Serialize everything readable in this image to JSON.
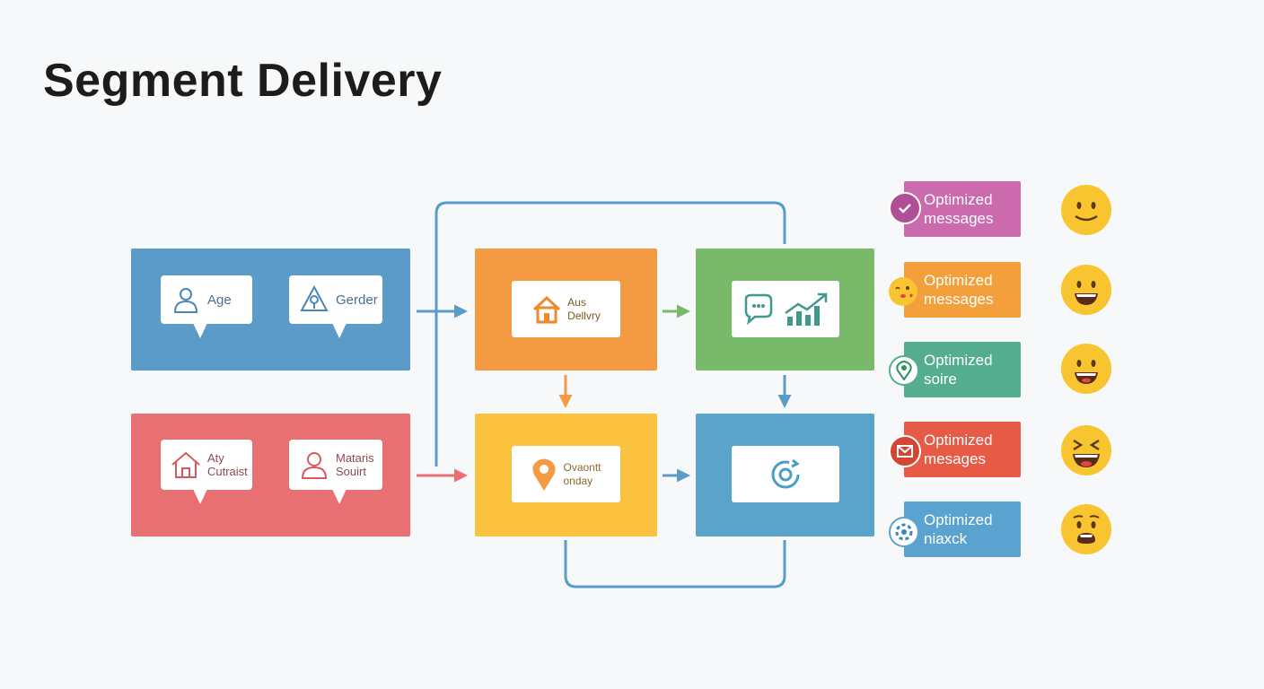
{
  "title": "Segment Delivery",
  "colors": {
    "blue": "#5b9bc8",
    "red": "#e97072",
    "orange": "#f39a42",
    "green": "#78b96a",
    "yellow": "#fbc23f",
    "teal_blue": "#5aa4cc",
    "connector": "#5b9bc8"
  },
  "segments": {
    "top": {
      "left_label": "Age",
      "left_icon": "person-icon",
      "right_label": "Gerder",
      "right_icon": "gender-icon"
    },
    "bottom": {
      "left_label": "Aty\nCutraist",
      "left_icon": "house-icon",
      "right_label": "Mataris\nSouirt",
      "right_icon": "user-icon"
    }
  },
  "process": {
    "orange_panel": {
      "label": "Aus\nDellvry",
      "icon": "house-icon"
    },
    "yellow_panel": {
      "label": "Ovaontt\nonday",
      "icon": "location-pin-icon"
    },
    "green_panel": {
      "icons": [
        "chat-bubble-icon",
        "growth-chart-icon"
      ]
    },
    "blue_panel": {
      "icon": "target-refresh-icon"
    }
  },
  "outcomes": [
    {
      "line1": "Optimized",
      "line2": "messages",
      "color": "#cc6aae",
      "icon": "check-icon",
      "emoji": "smile-emoji"
    },
    {
      "line1": "Optimized",
      "line2": "messages",
      "color": "#f3a03c",
      "icon": "kiss-emoji-icon",
      "emoji": "grin-emoji"
    },
    {
      "line1": "Optimized",
      "line2": "soire",
      "color": "#55ad8f",
      "icon": "location-pin-icon",
      "emoji": "grin-emoji"
    },
    {
      "line1": "Optimized",
      "line2": "mesages",
      "color": "#e75a46",
      "icon": "mail-icon",
      "emoji": "laugh-emoji"
    },
    {
      "line1": "Optimized",
      "line2": "niaxck",
      "color": "#5aa2cf",
      "icon": "badge-icon",
      "emoji": "shocked-emoji"
    }
  ]
}
